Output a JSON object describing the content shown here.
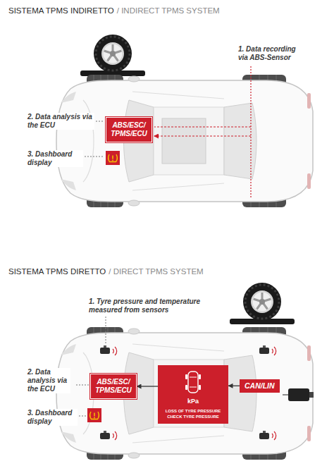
{
  "diagram": {
    "nodes": [
      {
        "text": [
          "ABS/ESC/ TPMS/ECU"
        ]
      },
      {
        "text": [
          "ABS/ESC/ TPMS/ECU"
        ]
      },
      {
        "text": [
          "kPa",
          "LOSS OF TYRE PRESSURE",
          "CHECK TYRE PRESSURE"
        ]
      },
      {
        "text": [
          "CAN/LIN"
        ]
      }
    ],
    "edges": [
      {
        "from": 3,
        "to": 2,
        "arrow": "to"
      },
      {
        "from": 2,
        "to": 1,
        "arrow": "to"
      }
    ],
    "labels": [
      "SISTEMA TPMS INDIRETTO",
      "/ INDIRECT TPMS SYSTEM",
      "1. Data recording via ABS-Sensor",
      "2. Data analysis via the ECU",
      "3. Dashboard display",
      "SISTEMA TPMS DIRETTO",
      "/ DIRECT TPMS SYSTEM",
      "1. Tyre pressure and temperature measured from sensors",
      "2. Data analysis via the ECU",
      "3. Dashboard display"
    ]
  }
}
